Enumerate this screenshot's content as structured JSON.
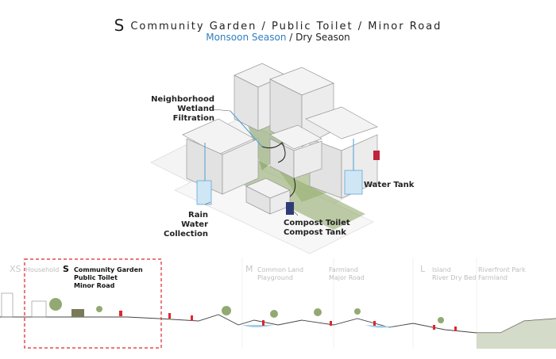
{
  "header": {
    "size_code": "S",
    "title": "Community Garden / Public Toilet / Minor Road",
    "season_primary": "Monsoon Season",
    "season_secondary": "/ Dry Season"
  },
  "callouts": {
    "wetland": [
      "Neighborhood Wetland",
      "Filtration"
    ],
    "water_tank": "Water Tank",
    "rain_water": [
      "Rain Water",
      "Collection"
    ],
    "compost": [
      "Compost Toilet",
      "Compost Tank"
    ]
  },
  "section": {
    "xs": {
      "code": "XS",
      "items": [
        "Household"
      ]
    },
    "s": {
      "code": "S",
      "items": [
        "Community Garden",
        "Public Toilet",
        "Minor Road"
      ]
    },
    "m_left": {
      "code": "M",
      "items": [
        "Common Land",
        "Playground"
      ]
    },
    "m_right": {
      "items": [
        "Farmland",
        "Major Road"
      ]
    },
    "l_left": {
      "code": "L",
      "items": [
        "Island",
        "River Dry Bed"
      ]
    },
    "l_right": {
      "items": [
        "Riverfront Park",
        "Farmland"
      ]
    }
  },
  "colors": {
    "accent_blue": "#2f7fc0",
    "highlight_red": "#e0262c",
    "vegetation": "#7f9a5a",
    "building": "#e6e6e6"
  }
}
